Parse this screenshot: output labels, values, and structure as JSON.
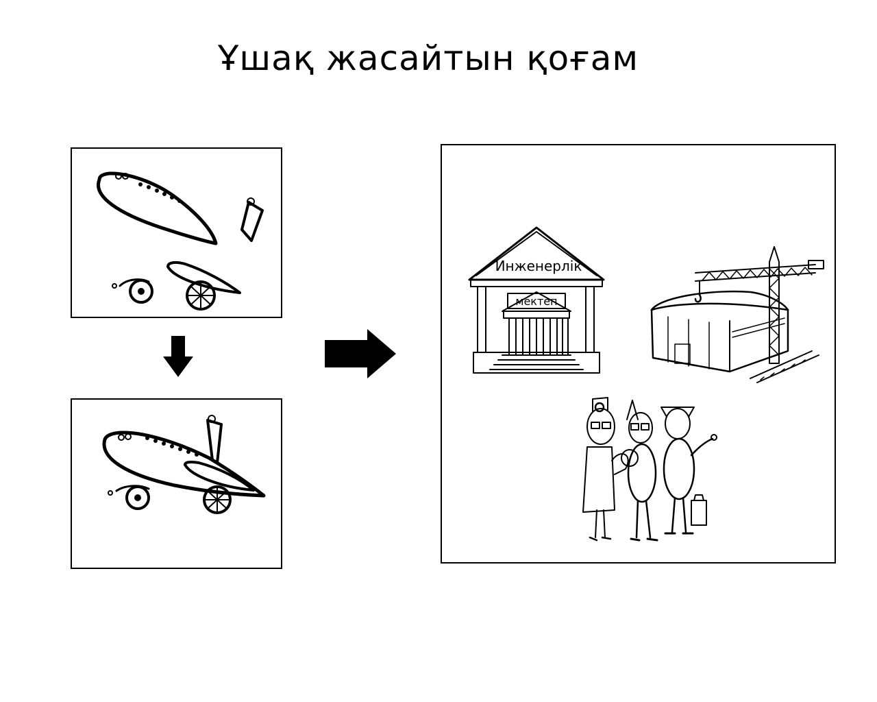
{
  "title": "Ұшақ жасайтын қоғам",
  "society": {
    "school_label_top": "Инженерлік",
    "school_label_bottom": "мектеп"
  },
  "icons": {
    "down_arrow": "down-arrow-icon",
    "right_arrow": "right-arrow-icon"
  },
  "colors": {
    "ink": "#000000",
    "background": "#ffffff"
  }
}
